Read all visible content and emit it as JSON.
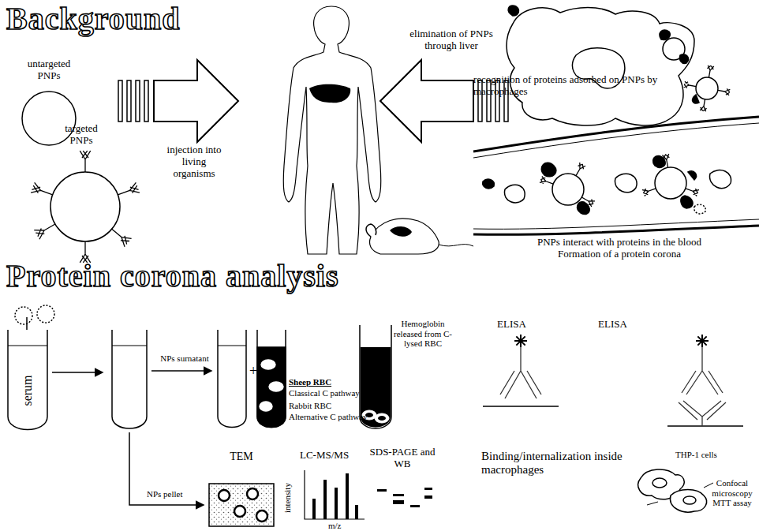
{
  "diagram": {
    "nodes": [
      {
        "text": [
          "serum"
        ]
      },
      {
        "text": [
          "TEM"
        ]
      }
    ],
    "labels": [
      "Background",
      "untargeted PNPs",
      "targeted PNPs",
      "injection into living organisms",
      "elimination of PNPs through liver",
      "recognition of proteins adsorbed on PNPs by macrophages",
      "PNPs interact with proteins in the blood",
      "Formation of a protein corona",
      "Protein corona analysis",
      "NPs surnatant",
      "Sheep RBC",
      "Classical C pathway",
      "Rabbit RBC",
      "Alternative C pathway",
      "Hemoglobin released from C-lysed RBC",
      "ELISA",
      "ELISA",
      "NPs pellet",
      "LC-MS/MS",
      "intensity",
      "SDS-PAGE and WB",
      "Binding/internalization inside macrophages",
      "THP-1 cells",
      "Confocal microscopy MTT assay",
      "m/z",
      "+"
    ]
  }
}
